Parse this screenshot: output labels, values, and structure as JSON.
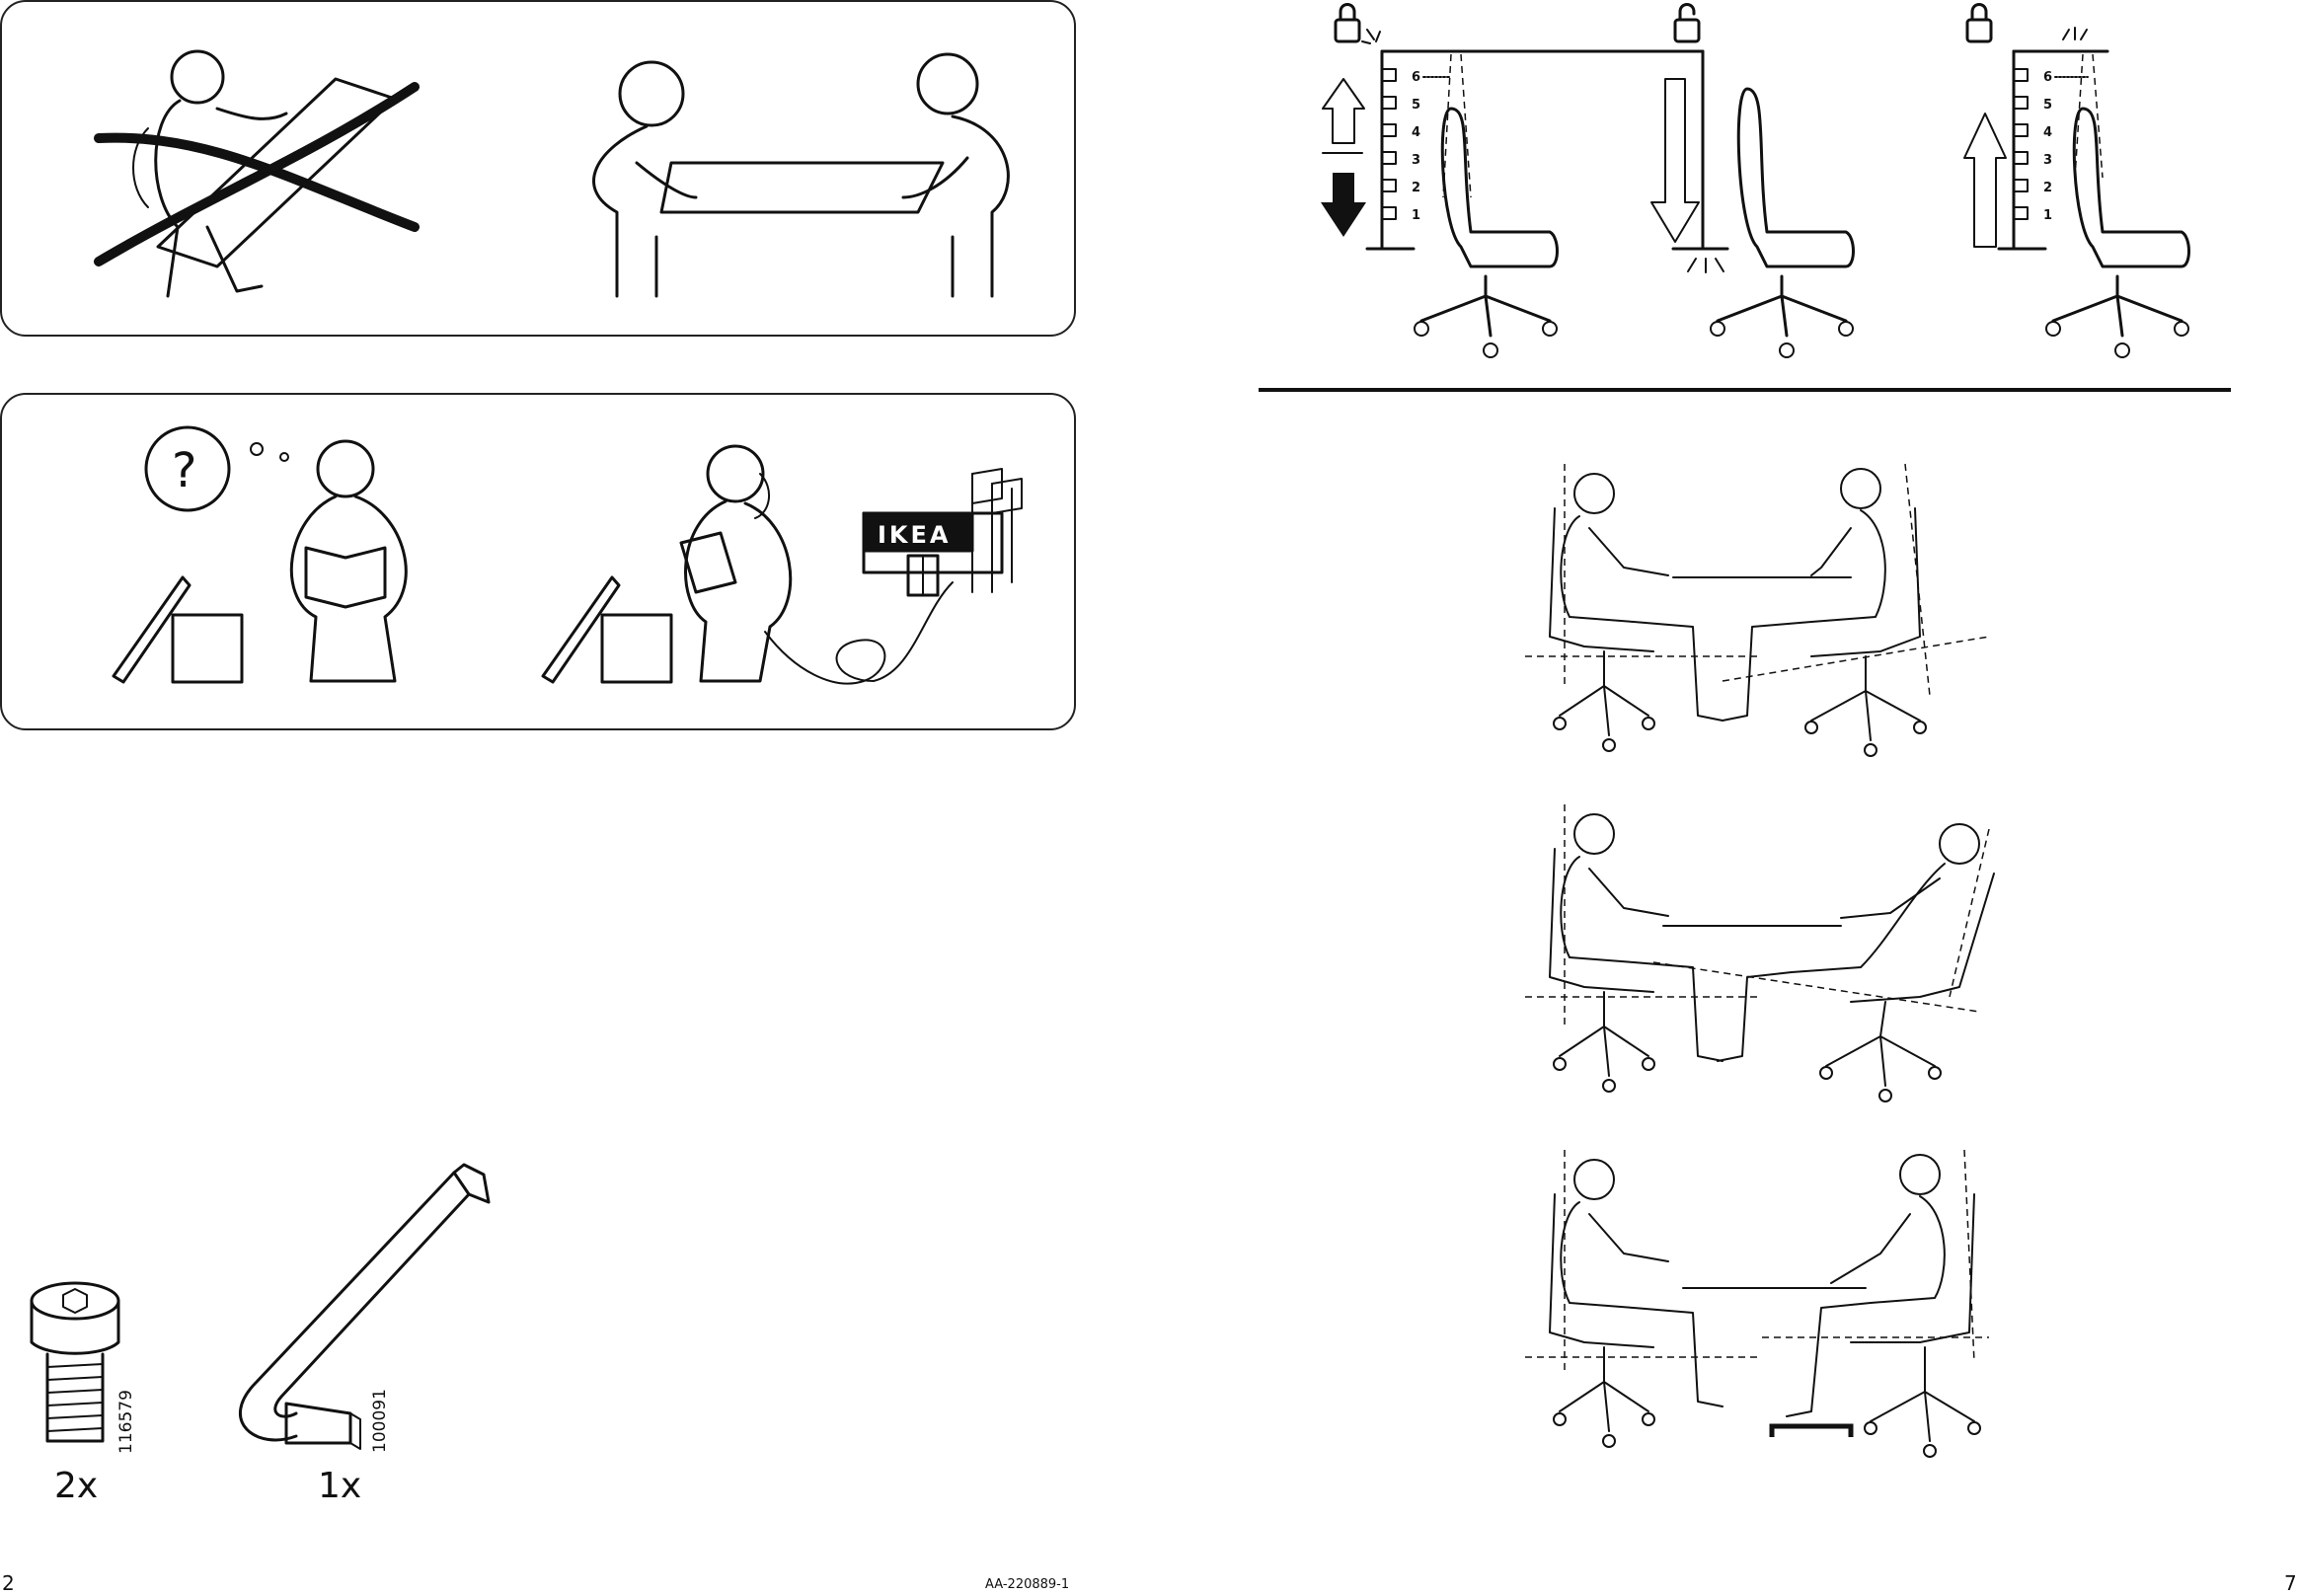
{
  "page": {
    "left_page_number": "2",
    "right_page_number": "7",
    "doc_code": "AA-220889-1"
  },
  "info_panels": {
    "store_sign": "IKEA"
  },
  "parts": [
    {
      "name": "screw",
      "article_number": "116579",
      "quantity": "2x"
    },
    {
      "name": "allen-key",
      "article_number": "100091",
      "quantity": "1x"
    }
  ],
  "height_scale": {
    "marks": [
      "6",
      "5",
      "4",
      "3",
      "2",
      "1"
    ]
  },
  "icons": {
    "lock_closed": "padlock-locked-icon",
    "lock_open": "padlock-unlocked-icon",
    "arrow_up": "arrow-up-icon",
    "arrow_down": "arrow-down-icon",
    "question": "question-mark-icon"
  }
}
